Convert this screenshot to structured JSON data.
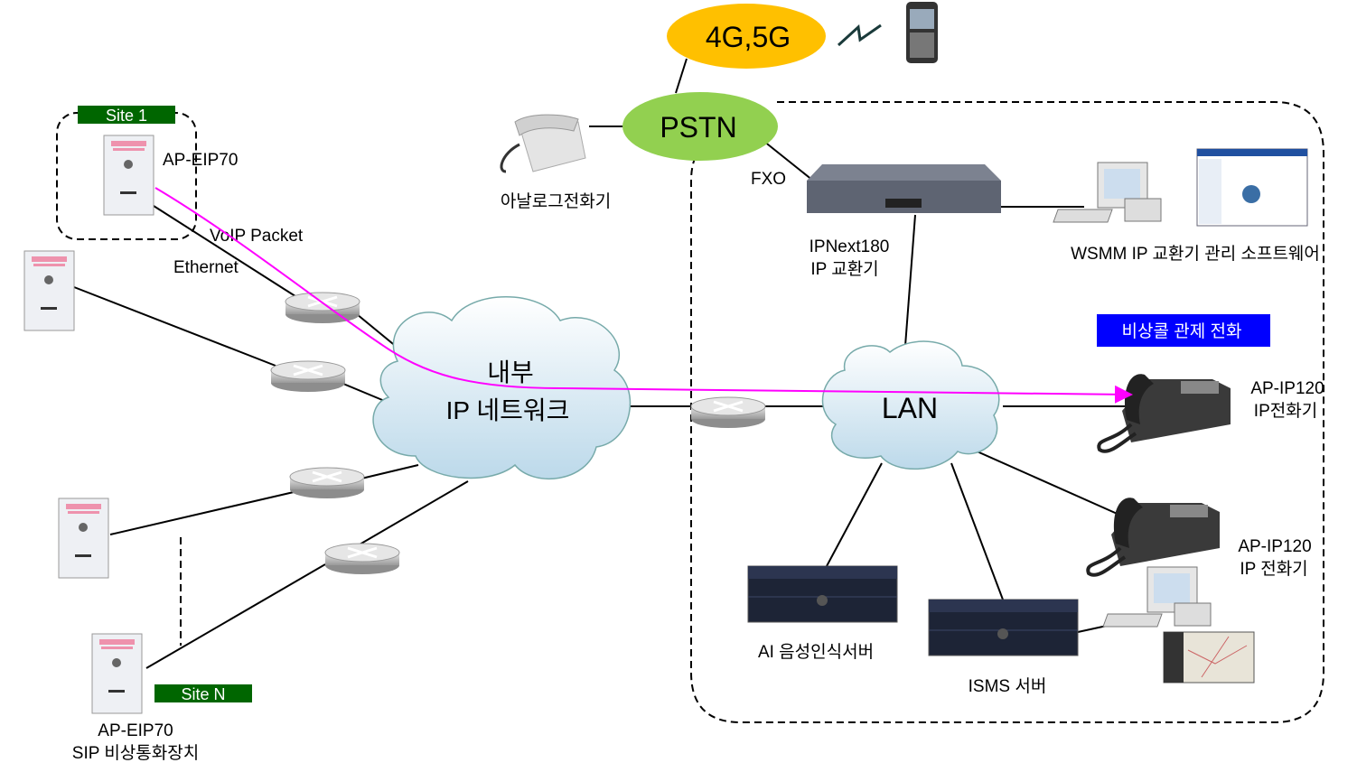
{
  "mobile_network": {
    "label": "4G,5G",
    "color": "#ffc000"
  },
  "pstn": {
    "label": "PSTN",
    "color": "#92d050"
  },
  "analog_phone": {
    "label": "아날로그전화기"
  },
  "fxo": {
    "label": "FXO"
  },
  "pbx": {
    "line1": "IPNext180",
    "line2": "IP 교환기"
  },
  "wsmm": {
    "label": "WSMM IP 교환기 관리 소프트웨어"
  },
  "site1": {
    "label": "Site 1",
    "device_label": "AP-EIP70",
    "color": "#006600"
  },
  "siteN": {
    "label": "Site N",
    "device_line1": "AP-EIP70",
    "device_line2": "SIP 비상통화장치"
  },
  "links": {
    "voip": "VoIP Packet",
    "ethernet": "Ethernet"
  },
  "internal_network": {
    "line1": "내부",
    "line2": "IP 네트워크"
  },
  "lan": {
    "label": "LAN"
  },
  "control_badge": {
    "label": "비상콜 관제 전화",
    "color": "#0000ff"
  },
  "ip_phone1": {
    "line1": "AP-IP120",
    "line2": "IP전화기"
  },
  "ip_phone2": {
    "line1": "AP-IP120",
    "line2": "IP 전화기"
  },
  "ai_server": {
    "label": "AI 음성인식서버"
  },
  "isms_server": {
    "label": "ISMS 서버"
  },
  "voip_path_color": "#ff00ff"
}
